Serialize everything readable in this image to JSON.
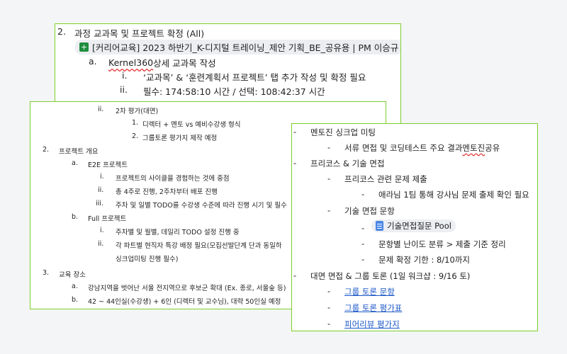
{
  "panel_top": {
    "item_num": "2.",
    "item_text": "과정 교과목 및 프로젝트 확정 (All)",
    "chip_label": "[커리어교육] 2023 하반기_K-디지털 트레이닝_제안 기획_BE_공유용 | PM 이승규",
    "a_num": "a.",
    "a_text_spell": "Kernel360",
    "a_text_rest": " 상세 교과목 작성",
    "i_num": "i.",
    "i_text": "‘교과목’ & ‘훈련계획서 프로젝트’ 탭 추가 작성 및 확정 필요",
    "ii_num": "ii.",
    "ii_text": "필수: 174:58:10 시간 / 선택: 108:42:37 시간"
  },
  "panel_mid": {
    "lines": [
      {
        "num": "ii.",
        "text": "2차 평가(대면)"
      },
      {
        "num": "1.",
        "text": "디렉터 + 멘토 vs  예비수강생 형식"
      },
      {
        "num": "2.",
        "text": "그룹토론 평가지 제작 예정"
      },
      {
        "num": "2.",
        "text": "프로젝트 개요"
      },
      {
        "num": "a.",
        "text": "E2E 프로젝트"
      },
      {
        "num": "i.",
        "text": "프로젝트의 사이클을 경험하는 것에 중점"
      },
      {
        "num": "ii.",
        "text": "총 4주로 진행, 2주차부터 배포 진행"
      },
      {
        "num": "iii.",
        "text": "주차 및 일별 TODO를 수강생 수준에 따라 진행 시기 및 필수"
      },
      {
        "num": "b.",
        "text": "Full 프로젝트"
      },
      {
        "num": "i.",
        "text": "주차별 및 월별, 데일리 TODO 설정 진행 중"
      },
      {
        "num": "ii.",
        "text": "각 파트별 현직자 특강 배정 필요(모집선발단계 단과 동일하"
      },
      {
        "num": "",
        "text": "싱크업미팅 진행 필수)"
      },
      {
        "num": "3.",
        "text": "교육 장소"
      },
      {
        "num": "a.",
        "text": "강남지역을 벗어난 서울 전지역으로 후보군 확대 (Ex. 종로, 서울숲 등)"
      },
      {
        "num": "b.",
        "text": "42 ~ 44인실(수강생) + 6인 (디렉터 및 교수님), 대략 50인실 예정"
      }
    ]
  },
  "panel_right": {
    "l1": "멘토진 싱크업 미팅",
    "l2a": "서류 면접 및 코딩테스트 주요 결과 ",
    "l2b": "멘토진",
    "l2c": " 공유",
    "l3": "프리코스 & 기술 면접",
    "l4": "프리코스 관련 문제 제출",
    "l5": "애라님 1팀 통해 강사님 문제 출제 확인 필요",
    "l6": "기술 면접 문항",
    "chip_label": "기술면접질문 Pool",
    "l7": "문항별 난이도 분류 > 제출 기준 정리",
    "l8": "문제 확정 기한 : 8/10까지",
    "l9": "대면 면접 & 그룹 토론 (1일 워크샵 : 9/16 토)",
    "links": [
      "그룹 토론 문항",
      "그룹 토론 평가표",
      "피어리뷰 평가지"
    ],
    "dash": "-"
  },
  "colors": {
    "border": "#7ccf2a",
    "link": "#1a56c8",
    "sheet": "#1e8e3e",
    "doc": "#4a86e8"
  }
}
